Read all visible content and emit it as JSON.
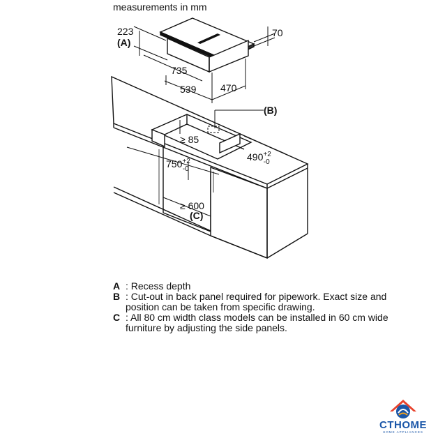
{
  "caption": "measurements in mm",
  "dimensions": {
    "recess_depth": "223",
    "label_A": "(A)",
    "thickness": "70",
    "width_outer": "735",
    "width_inner": "539",
    "depth_outer": "470",
    "label_B": "(B)",
    "min_gap": "≥ 85",
    "cutout_depth": "490",
    "cutout_depth_tol_plus": "+2",
    "cutout_depth_tol_minus": "-0",
    "cutout_width": "750",
    "cutout_width_tol_plus": "+2",
    "cutout_width_tol_minus": "-0",
    "min_cabinet_width": "≥ 600",
    "label_C": "(C)"
  },
  "legend": [
    {
      "key": "A",
      "text": ": Recess depth"
    },
    {
      "key": "B",
      "text": ": Cut-out in back panel required for pipework. Exact size and position can be taken from specific drawing."
    },
    {
      "key": "C",
      "text": ": All 80 cm width class models can be installed in 60 cm wide furniture by adjusting the side panels."
    }
  ],
  "brand": {
    "name": "CTHOME",
    "tagline": "HOME APPLIANCES",
    "colors": {
      "primary": "#1a56a8",
      "roof": "#e8412b",
      "accent": "#f4a11a"
    }
  }
}
